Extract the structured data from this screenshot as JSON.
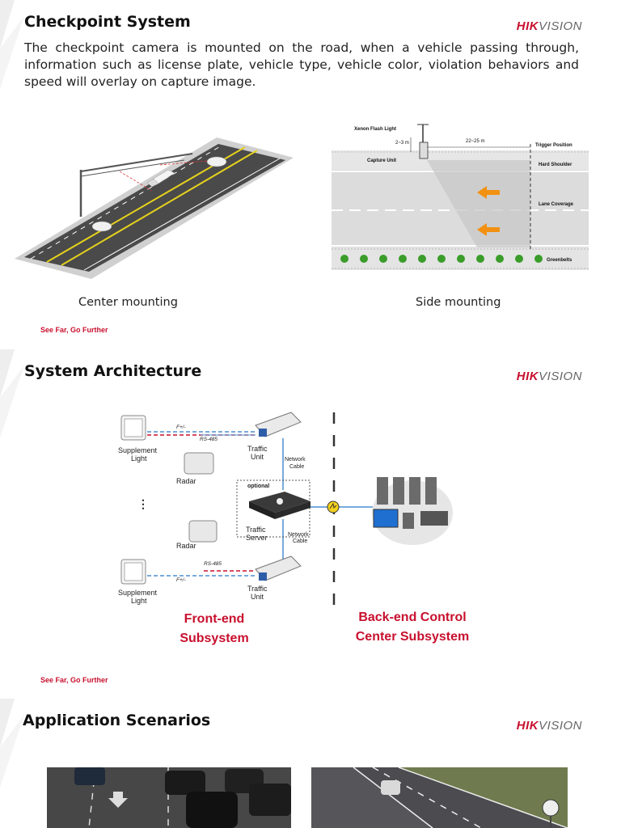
{
  "brand": {
    "hik": "HIK",
    "vision": "VISION"
  },
  "tagline": "See Far, Go Further",
  "checkpoint": {
    "title": "Checkpoint System",
    "body": "The checkpoint camera is mounted on the road, when a vehicle passing through, information such as license plate, vehicle type, vehicle color, violation behaviors and speed will overlay on capture image.",
    "center_caption": "Center mounting",
    "side_caption": "Side mounting",
    "side_labels": {
      "xenon": "Xenon Flash Light",
      "height": "2~3 m",
      "distance": "22~25 m",
      "trigger": "Trigger Position",
      "capture": "Capture Unit",
      "shoulder": "Hard Shoulder",
      "coverage": "Lane Coverage",
      "greenbelts": "Greenbelts"
    }
  },
  "architecture": {
    "title": "System Architecture",
    "labels": {
      "supplement_light_top_1": "Supplement",
      "supplement_light_top_2": "Light",
      "supplement_light_bottom_1": "Supplement",
      "supplement_light_bottom_2": "Light",
      "radar_top": "Radar",
      "radar_bottom": "Radar",
      "traffic_unit_top_1": "Traffic",
      "traffic_unit_top_2": "Unit",
      "traffic_unit_bottom_1": "Traffic",
      "traffic_unit_bottom_2": "Unit",
      "traffic_server_1": "Traffic",
      "traffic_server_2": "Server",
      "network_cable_top_1": "Network",
      "network_cable_top_2": "Cable",
      "network_cable_bottom_1": "Network",
      "network_cable_bottom_2": "Cable",
      "rs485_top": "RS-485",
      "rs485_bottom": "RS-485",
      "fpm_top": "F+/-",
      "fpm_bottom": "F+/-",
      "optional": "optional",
      "ellipsis": "⋮"
    },
    "front_end_1": "Front-end",
    "front_end_2": "Subsystem",
    "back_end_1": "Back-end Control",
    "back_end_2": "Center Subsystem"
  },
  "scenarios": {
    "title": "Application Scenarios"
  },
  "colors": {
    "brand_red": "#c8102e",
    "arrow_orange": "#f29111",
    "road_dark": "#4a4a4a"
  }
}
